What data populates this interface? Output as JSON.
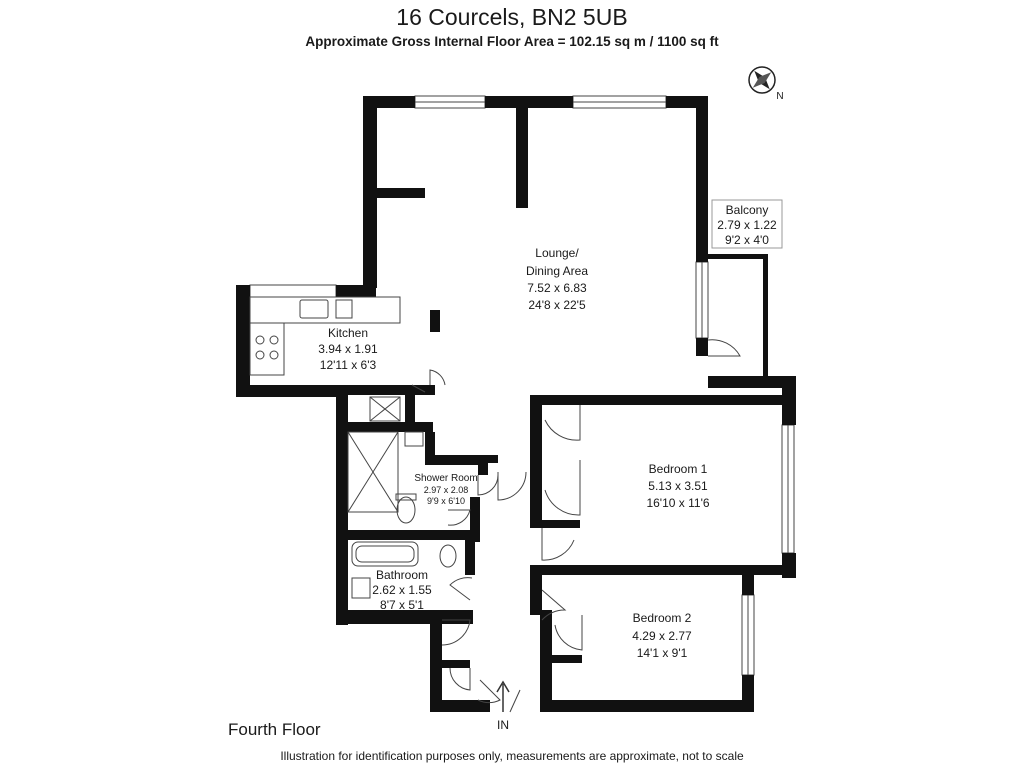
{
  "header": {
    "title": "16 Courcels, BN2 5UB",
    "subtitle": "Approximate Gross Internal Floor Area = 102.15 sq m / 1100 sq ft"
  },
  "compass": {
    "label": "N",
    "icon": "compass-icon"
  },
  "rooms": {
    "lounge": {
      "name_line1": "Lounge/",
      "name_line2": "Dining Area",
      "metric": "7.52 x 6.83",
      "imperial": "24'8 x 22'5"
    },
    "balcony": {
      "name": "Balcony",
      "metric": "2.79 x 1.22",
      "imperial": "9'2 x 4'0"
    },
    "kitchen": {
      "name": "Kitchen",
      "metric": "3.94 x 1.91",
      "imperial": "12'11 x 6'3"
    },
    "shower_room": {
      "name": "Shower Room",
      "metric": "2.97 x 2.08",
      "imperial": "9'9 x 6'10"
    },
    "bathroom": {
      "name": "Bathroom",
      "metric": "2.62 x 1.55",
      "imperial": "8'7 x 5'1"
    },
    "bedroom1": {
      "name": "Bedroom 1",
      "metric": "5.13 x 3.51",
      "imperial": "16'10 x 11'6"
    },
    "bedroom2": {
      "name": "Bedroom 2",
      "metric": "4.29 x 2.77",
      "imperial": "14'1 x 9'1"
    }
  },
  "entrance": {
    "label": "IN"
  },
  "footer": {
    "floor": "Fourth Floor",
    "disclaimer": "Illustration for identification purposes only, measurements are approximate, not to scale"
  }
}
